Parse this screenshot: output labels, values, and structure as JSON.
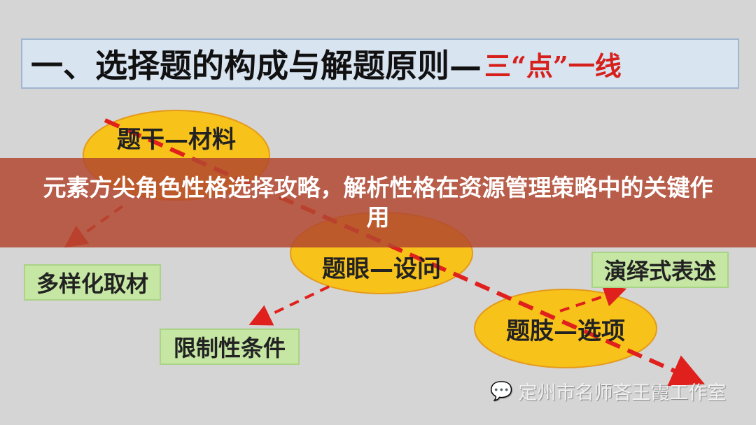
{
  "title": {
    "main": "一、选择题的构成与解题原则—",
    "highlight": "三“点”一线"
  },
  "ellipses": [
    {
      "label": "题干—材料"
    },
    {
      "label": "题眼—设问"
    },
    {
      "label": "题肢—选项"
    }
  ],
  "boxes": [
    {
      "label": "多样化取材"
    },
    {
      "label": "限制性条件"
    },
    {
      "label": "演绎式表述"
    }
  ],
  "banner": {
    "text": "元素方尖角色性格选择攻略，解析性格在资源管理策略中的关键作用"
  },
  "watermark": {
    "icon": "wechat-icon",
    "text": "定州市名师吝王霞工作室"
  },
  "colors": {
    "ellipse": "#f7c21a",
    "box": "#c6e7a4",
    "arrow": "#e0201c",
    "banner": "#b24830"
  }
}
